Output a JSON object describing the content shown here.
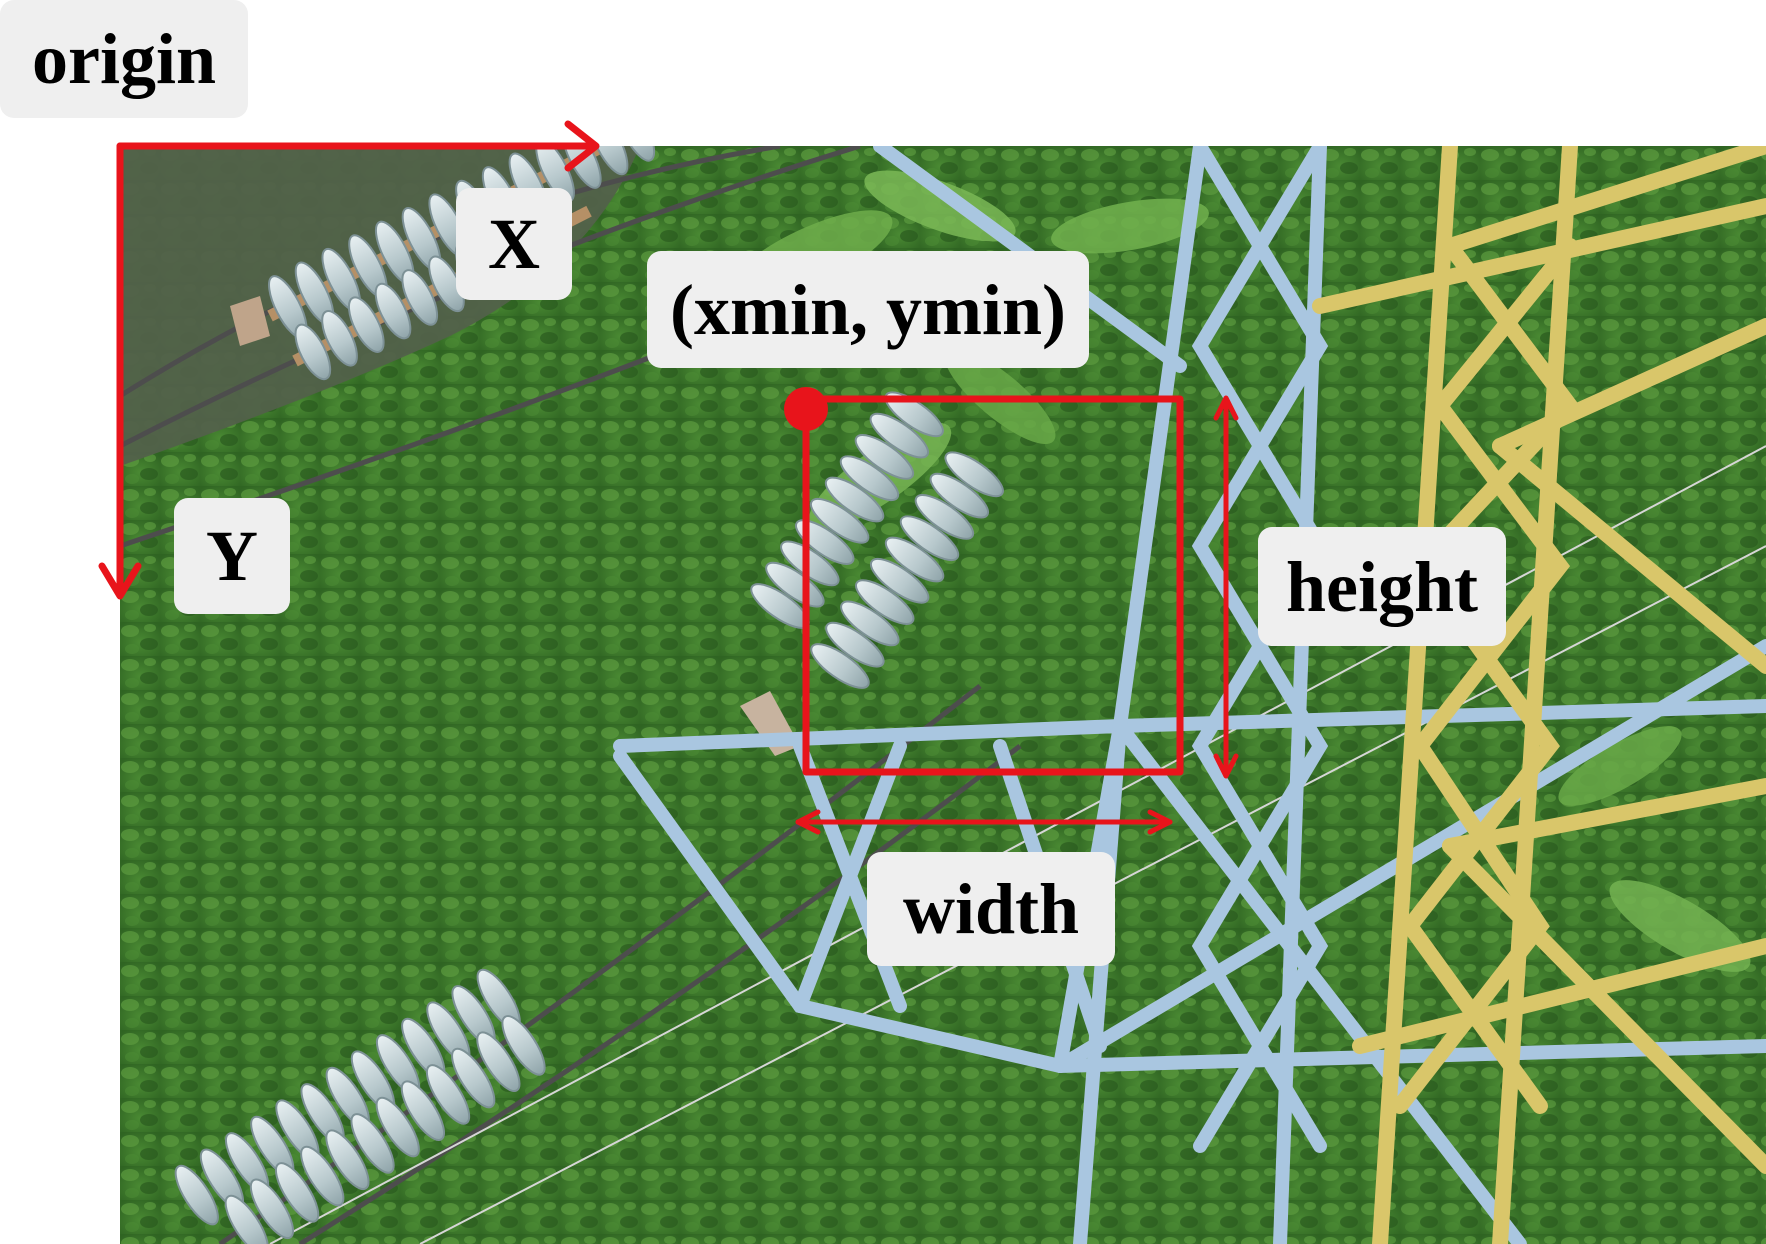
{
  "labels": {
    "origin": "origin",
    "x_axis": "X",
    "y_axis": "Y",
    "corner": "(xmin, ymin)",
    "height": "height",
    "width": "width"
  },
  "colors": {
    "annotation": "#e8141b",
    "label_bg": "#efefef",
    "tower_blue": "#a9c6e0",
    "tower_yellow": "#d9c66a",
    "vegetation": "#3f7a2c"
  },
  "scene": "aerial-power-line-insulators-over-vegetation"
}
